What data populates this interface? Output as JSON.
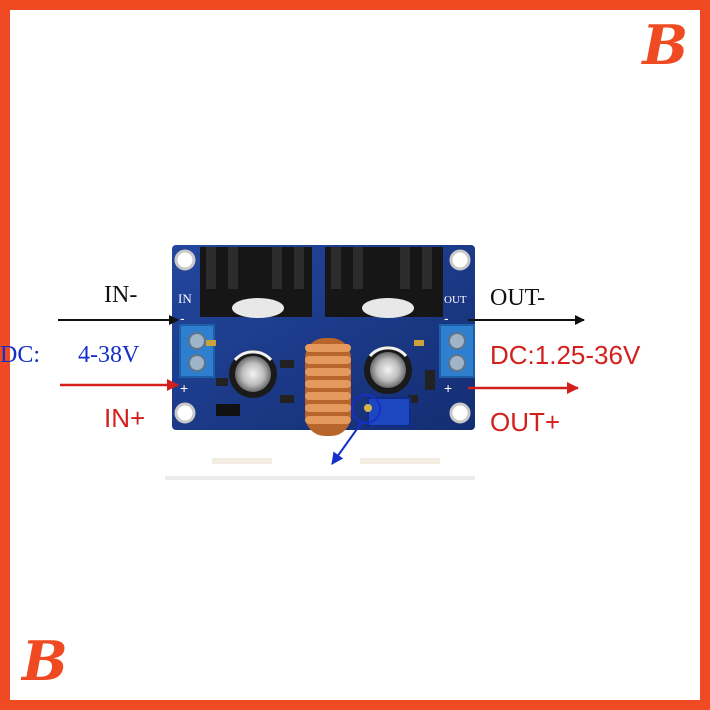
{
  "logo": {
    "letter": "B",
    "color": "#f04a22"
  },
  "labels": {
    "in_minus": "IN-",
    "in_plus": "IN+",
    "out_minus": "OUT-",
    "out_plus": "OUT+",
    "dc_in_prefix": "DC:",
    "dc_in_value": "4-38V",
    "dc_out": "DC:1.25-36V"
  },
  "board_silk": {
    "in": "IN",
    "out": "OUT",
    "minus": "-",
    "plus": "+"
  },
  "colors": {
    "frame": "#f04a22",
    "pcb": "#1b3a8c",
    "heatsink": "#1a1a1a",
    "terminal": "#2f7fd0",
    "coil": "#c8743a",
    "arrow_red": "#d3201c",
    "arrow_black": "#111111",
    "arrow_blue": "#1430c8"
  }
}
